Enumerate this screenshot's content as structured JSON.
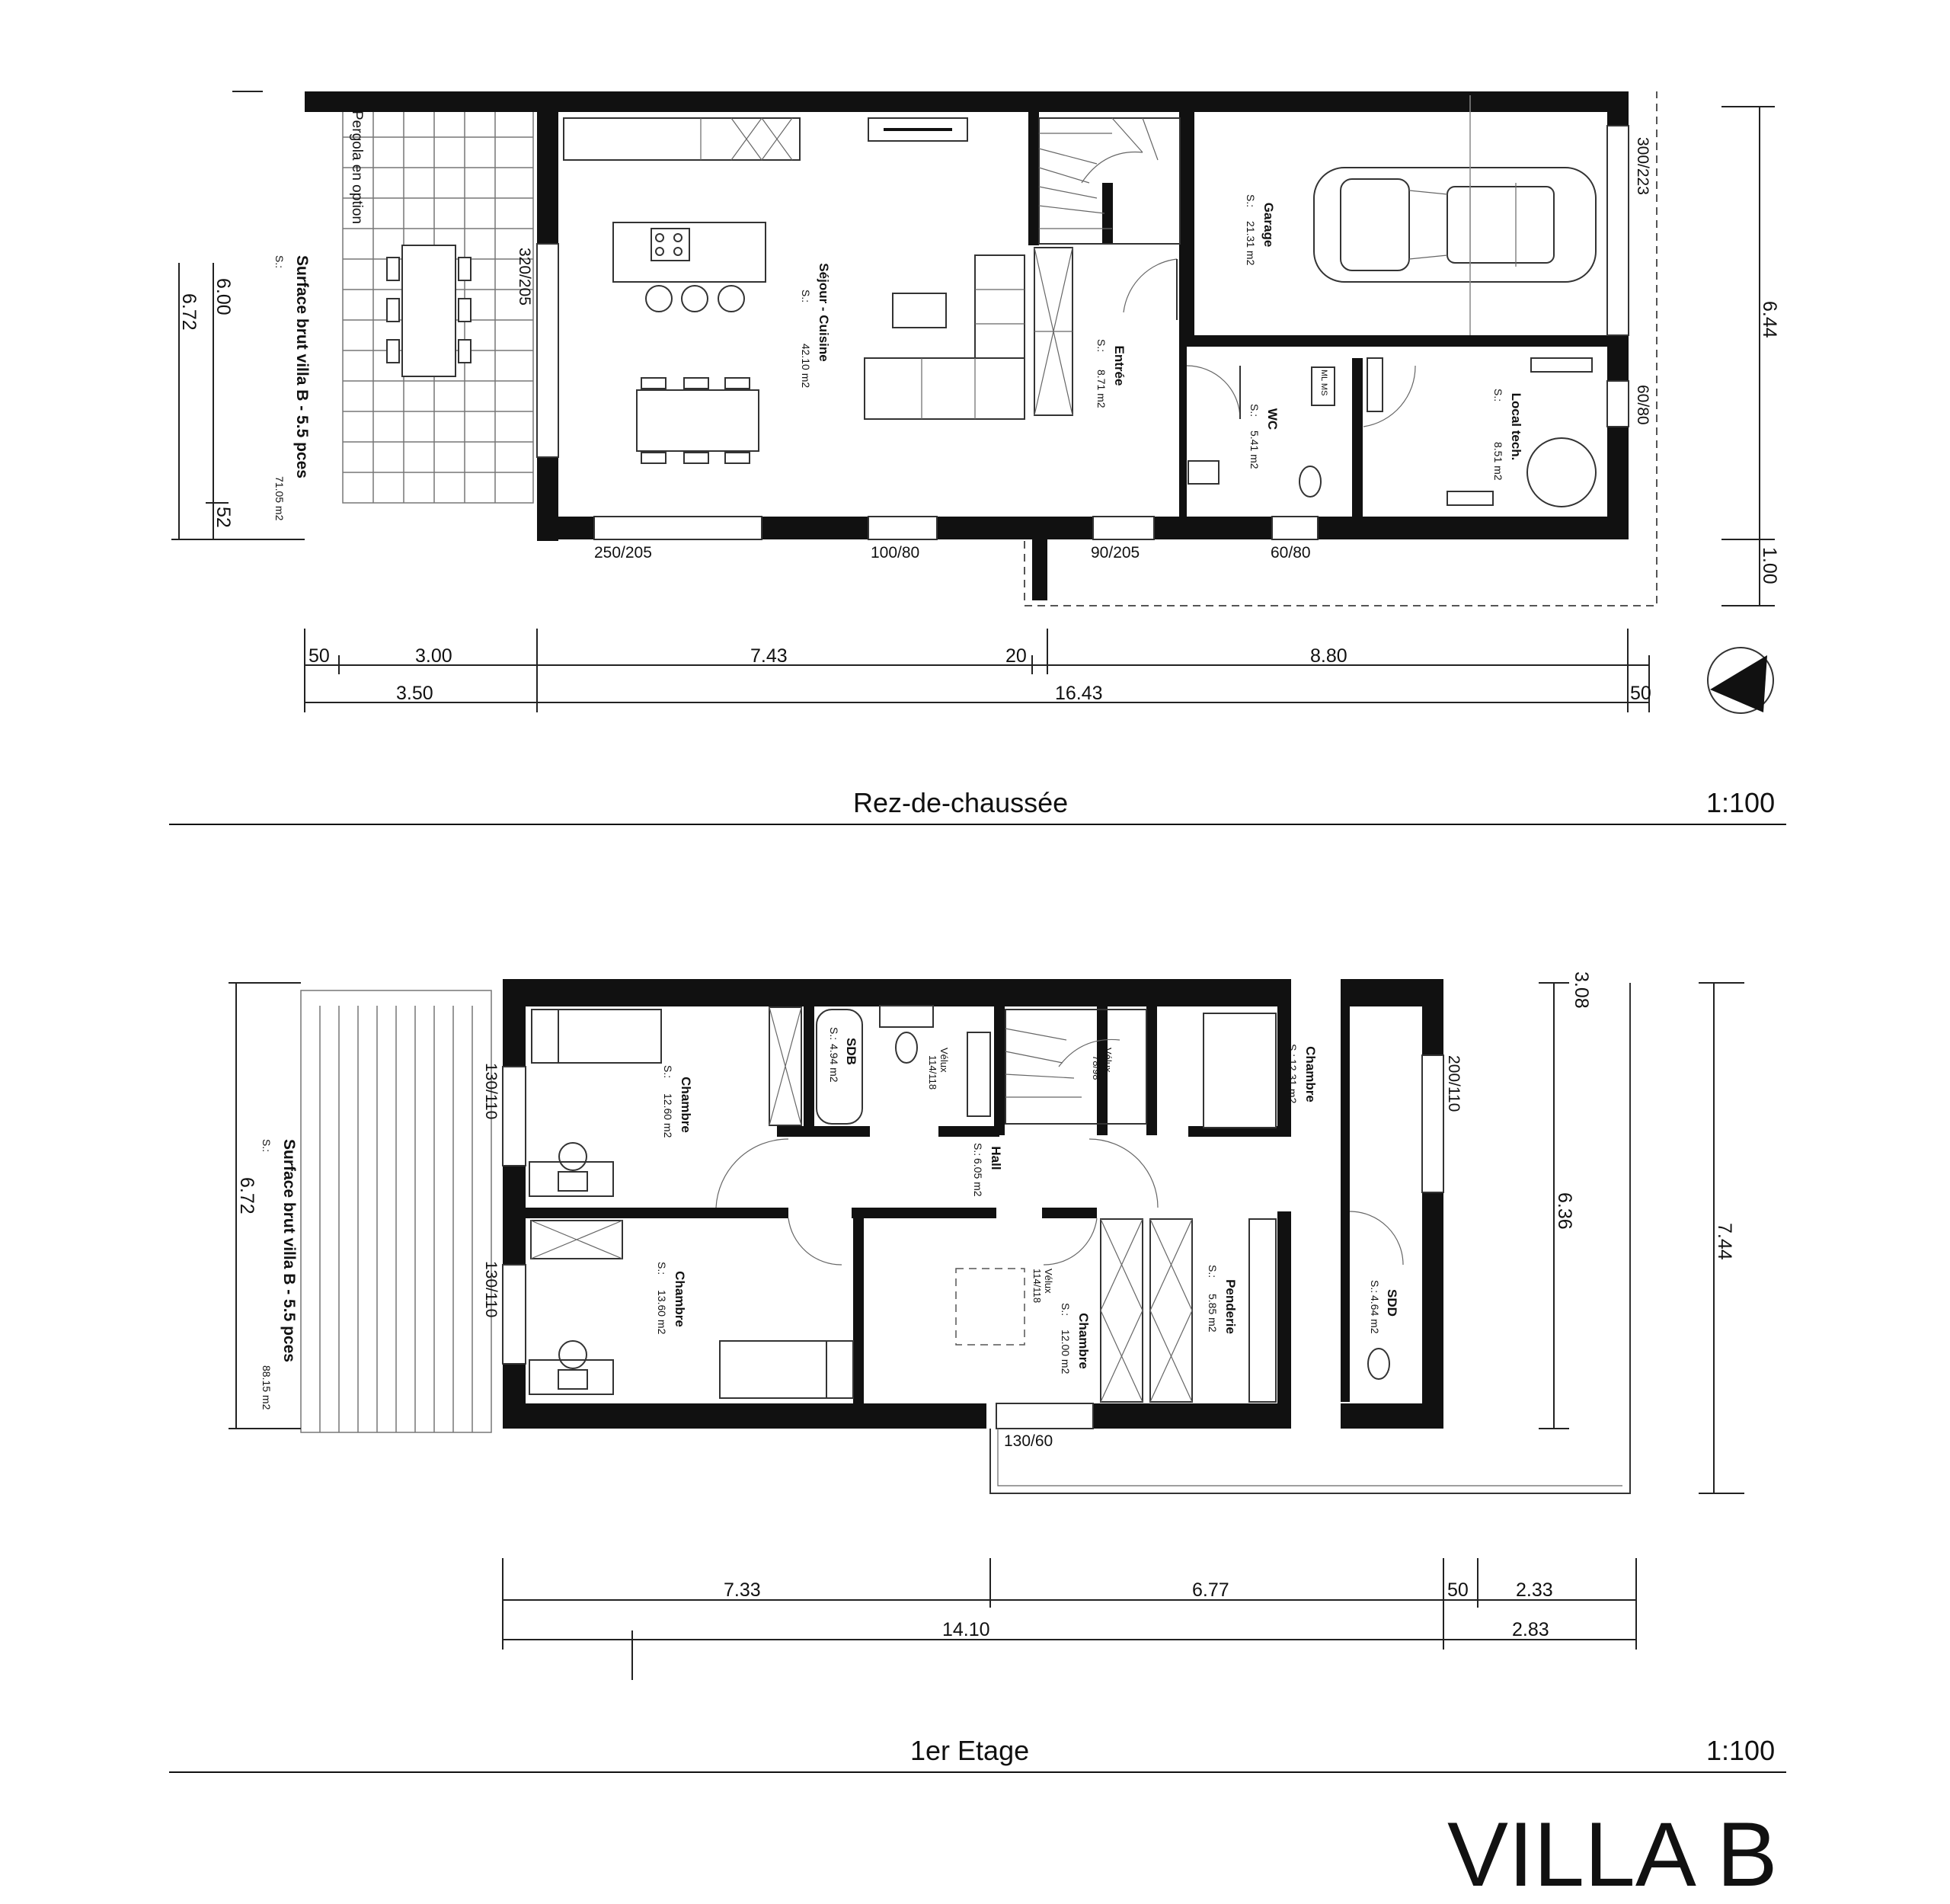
{
  "title": "VILLA B",
  "ground_floor": {
    "name": "Rez-de-chaussée",
    "scale": "1:100",
    "surface_label": "Surface brut villa B - 5.5 pces",
    "surface_s": "S.:",
    "surface_value": "71.05 m2",
    "pergola": "Pergola en option",
    "rooms": [
      {
        "name": "Séjour - Cuisine",
        "s": "S.:",
        "area": "42.10 m2"
      },
      {
        "name": "Entrée",
        "s": "S.:",
        "area": "8.71 m2"
      },
      {
        "name": "Garage",
        "s": "S.:",
        "area": "21.31 m2"
      },
      {
        "name": "WC",
        "s": "S.:",
        "area": "5.41 m2"
      },
      {
        "name": "Local tech.",
        "s": "S.:",
        "area": "8.51 m2"
      }
    ],
    "windows": [
      "320/205",
      "250/205",
      "100/80",
      "90/205",
      "60/80",
      "60/80",
      "300/223"
    ],
    "appliances": "ML MS",
    "dims_bottom_1": [
      "50",
      "3.00",
      "7.43",
      "20",
      "8.80"
    ],
    "dims_bottom_2": [
      "3.50",
      "16.43",
      "50"
    ],
    "dims_left": [
      "6.72",
      "6.00",
      "52"
    ],
    "dims_right": [
      "6.44",
      "1.00"
    ]
  },
  "first_floor": {
    "name": "1er Etage",
    "scale": "1:100",
    "surface_label": "Surface brut villa B - 5.5 pces",
    "surface_s": "S.:",
    "surface_value": "88.15 m2",
    "rooms": [
      {
        "name": "Chambre",
        "s": "S.:",
        "area": "12.60 m2"
      },
      {
        "name": "Chambre",
        "s": "S.:",
        "area": "13.60 m2"
      },
      {
        "name": "SDB",
        "s": "S.:",
        "area": "4.94 m2"
      },
      {
        "name": "Hall",
        "s": "S.:",
        "area": "6.05 m2"
      },
      {
        "name": "Chambre",
        "s": "S.:",
        "area": "12.00 m2"
      },
      {
        "name": "Penderie",
        "s": "S.:",
        "area": "5.85 m2"
      },
      {
        "name": "Chambre",
        "s": "S.:",
        "area": "12.31 m2"
      },
      {
        "name": "SDD",
        "s": "S.:",
        "area": "4.64 m2"
      }
    ],
    "velux": [
      {
        "label": "Vélux",
        "size": "114/118"
      },
      {
        "label": "Vélux",
        "size": "78/98"
      },
      {
        "label": "Vélux",
        "size": "114/118"
      }
    ],
    "windows": [
      "130/110",
      "130/110",
      "200/110",
      "130/60"
    ],
    "dims_bottom_1": [
      "7.33",
      "6.77",
      "50",
      "2.33"
    ],
    "dims_bottom_2": [
      "14.10",
      "2.83"
    ],
    "dims_left": [
      "6.72"
    ],
    "dims_right": [
      "3.08",
      "6.36",
      "7.44"
    ]
  }
}
